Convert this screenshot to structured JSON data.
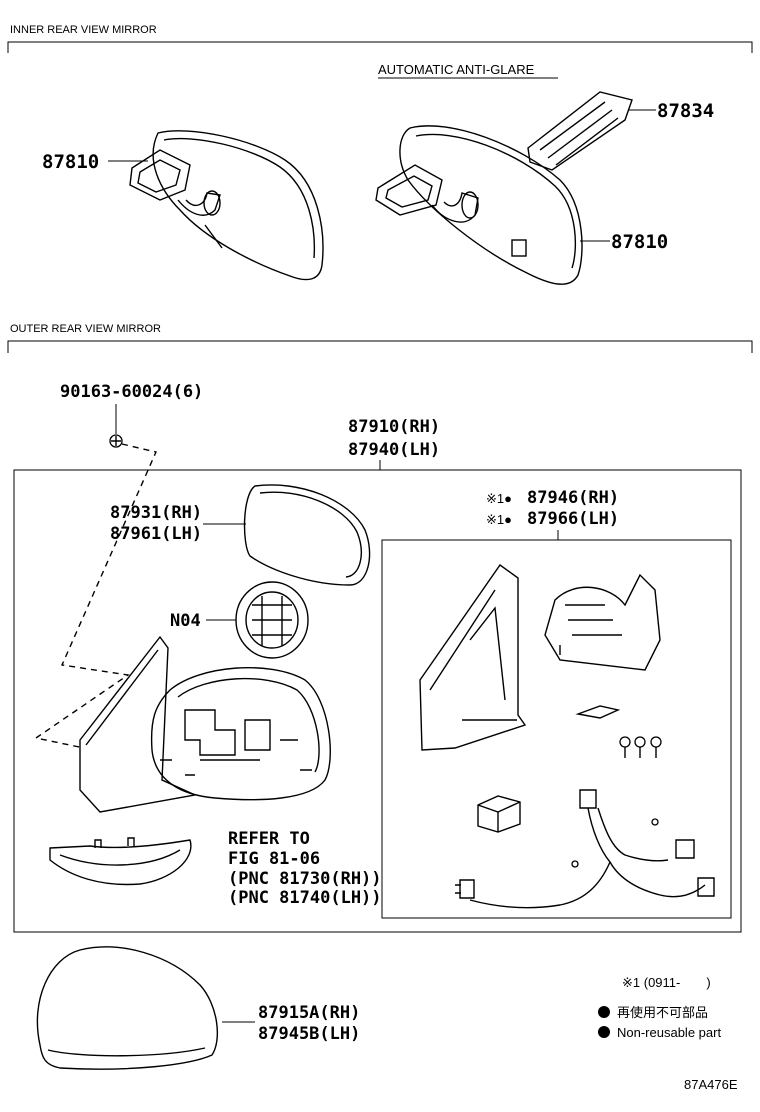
{
  "sections": {
    "inner": "INNER REAR VIEW MIRROR",
    "outer": "OUTER REAR VIEW MIRROR"
  },
  "subtitle": "AUTOMATIC ANTI-GLARE",
  "parts": {
    "inner_mirror_left": "87810",
    "inner_mirror_right": "87810",
    "cover": "87834",
    "screw": "90163-60024(6)",
    "assy_rh": "87910(RH)",
    "assy_lh": "87940(LH)",
    "mirror_rh": "87931(RH)",
    "mirror_lh": "87961(LH)",
    "motor": "N04",
    "sub_rh": "87946(RH)",
    "sub_lh": "87966(LH)",
    "sub_mark": "※1●",
    "cap_rh": "87915A(RH)",
    "cap_lh": "87945B(LH)"
  },
  "refer": {
    "line1": "REFER TO",
    "line2": "FIG 81-06",
    "line3": "(PNC 81730(RH))",
    "line4": "(PNC 81740(LH))"
  },
  "legend": {
    "note1": "※1 (0911-　　)",
    "jp": "再使用不可部品",
    "en": "Non-reusable part"
  },
  "figure_id": "87A476E"
}
